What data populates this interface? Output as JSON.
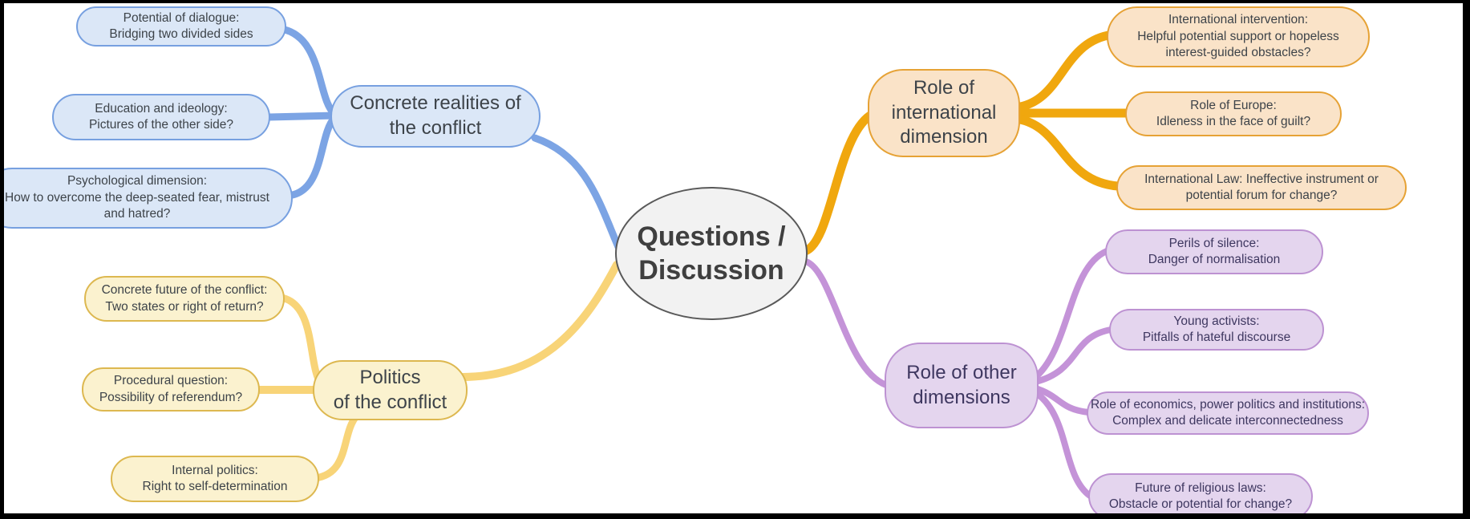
{
  "title": "Questions / Discussion mind map",
  "center": {
    "lines": [
      "Questions /",
      "Discussion"
    ]
  },
  "branches": {
    "concrete_realities": {
      "label_lines": [
        "Concrete realities of",
        "the conflict"
      ],
      "children": [
        {
          "lines": [
            "Potential of dialogue:",
            "Bridging two divided sides"
          ]
        },
        {
          "lines": [
            "Education and ideology:",
            "Pictures of the other side?"
          ]
        },
        {
          "lines": [
            "Psychological dimension:",
            "How to overcome the deep-seated fear, mistrust",
            "and hatred?"
          ]
        }
      ]
    },
    "politics": {
      "label_lines": [
        "Politics",
        "of the conflict"
      ],
      "children": [
        {
          "lines": [
            "Concrete future of the conflict:",
            "Two states or right of return?"
          ]
        },
        {
          "lines": [
            "Procedural question:",
            "Possibility of referendum?"
          ]
        },
        {
          "lines": [
            "Internal politics:",
            "Right to self-determination"
          ]
        }
      ]
    },
    "international": {
      "label_lines": [
        "Role of",
        "international",
        "dimension"
      ],
      "children": [
        {
          "lines": [
            "International intervention:",
            "Helpful potential support or hopeless",
            "interest-guided obstacles?"
          ]
        },
        {
          "lines": [
            "Role of Europe:",
            "Idleness in the face of guilt?"
          ]
        },
        {
          "lines": [
            "International Law: Ineffective instrument or",
            "potential forum for change?"
          ]
        }
      ]
    },
    "other_dimensions": {
      "label_lines": [
        "Role of other",
        "dimensions"
      ],
      "children": [
        {
          "lines": [
            "Perils of silence:",
            "Danger of normalisation"
          ]
        },
        {
          "lines": [
            "Young activists:",
            "Pitfalls of hateful discourse"
          ]
        },
        {
          "lines": [
            "Role of economics, power politics and institutions:",
            "Complex and delicate interconnectedness"
          ]
        },
        {
          "lines": [
            "Future of religious laws:",
            "Obstacle or potential for change?"
          ]
        }
      ]
    }
  },
  "colors": {
    "blue": {
      "line": "#7CA4E4",
      "fill": "#DBE7F7",
      "border": "#77A0E0"
    },
    "yellow": {
      "line": "#F8D478",
      "fill": "#FBF2CF",
      "border": "#DDB850"
    },
    "orange": {
      "line": "#F0A70E",
      "fill": "#FAE3C8",
      "border": "#E6A235"
    },
    "purple": {
      "line": "#C493D8",
      "fill": "#E4D5EE",
      "border": "#BD92D2",
      "text": "#3E3760"
    },
    "center": {
      "fill": "#F2F2F2",
      "border": "#595959"
    },
    "text": {
      "main": "#3D4349",
      "center": "#3F3F3F"
    },
    "frame": {
      "border": "#000000",
      "background": "#FFFFFF"
    }
  }
}
